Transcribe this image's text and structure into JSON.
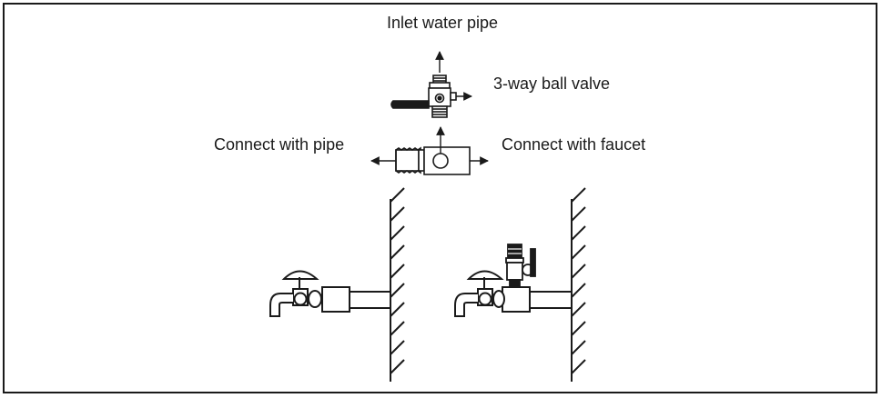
{
  "labels": {
    "inlet": "Inlet water pipe",
    "valve": "3-way ball valve",
    "pipe_side": "Connect with pipe",
    "faucet_side": "Connect with faucet"
  },
  "colors": {
    "ink": "#1a1a1a",
    "background": "#ffffff"
  }
}
